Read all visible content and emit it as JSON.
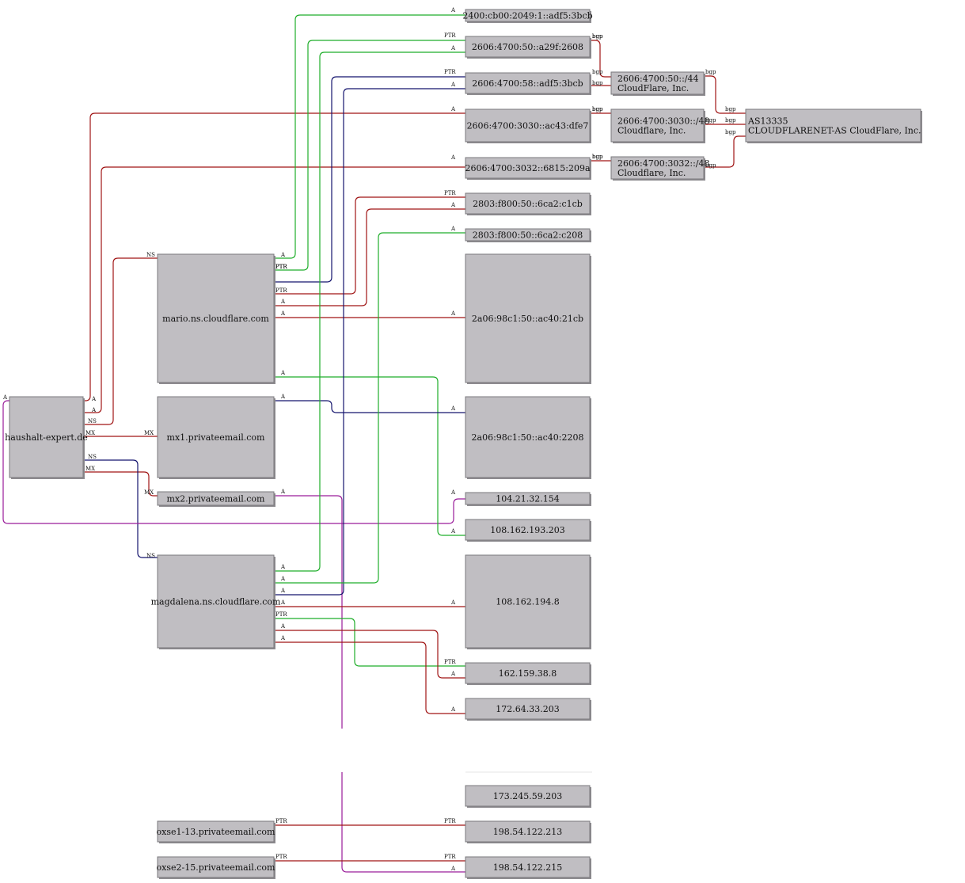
{
  "colors": {
    "red": "#a01515",
    "green": "#1fae2a",
    "navy": "#14146e",
    "magenta": "#9a1c9a",
    "orange": "#c8860e",
    "box_fill": "#c0bec2",
    "box_stroke": "#7a787c"
  },
  "nodes": [
    {
      "id": "n2400",
      "label": "2400:cb00:2049:1::adf5:3bcb"
    },
    {
      "id": "n2608",
      "label": "2606:4700:50::a29f:2608"
    },
    {
      "id": "n3bcb",
      "label": "2606:4700:58::adf5:3bcb"
    },
    {
      "id": "ndfe7",
      "label": "2606:4700:3030::ac43:dfe7"
    },
    {
      "id": "n209a",
      "label": "2606:4700:3032::6815:209a"
    },
    {
      "id": "nc1cb",
      "label": "2803:f800:50::6ca2:c1cb"
    },
    {
      "id": "nc208",
      "label": "2803:f800:50::6ca2:c208"
    },
    {
      "id": "n21cb",
      "label": "2a06:98c1:50::ac40:21cb"
    },
    {
      "id": "n2208",
      "label": "2a06:98c1:50::ac40:2208"
    },
    {
      "id": "n104",
      "label": "104.21.32.154"
    },
    {
      "id": "n108203",
      "label": "108.162.193.203"
    },
    {
      "id": "n1088",
      "label": "108.162.194.8"
    },
    {
      "id": "n162",
      "label": "162.159.38.8"
    },
    {
      "id": "n172",
      "label": "172.64.33.203"
    },
    {
      "id": "n173",
      "label": "173.245.59.203"
    },
    {
      "id": "n213",
      "label": "198.54.122.213"
    },
    {
      "id": "n215",
      "label": "198.54.122.215"
    },
    {
      "id": "pfx44",
      "label": "2606:4700:50::/44",
      "label2": "CloudFlare, Inc."
    },
    {
      "id": "pfx3030",
      "label": "2606:4700:3030::/48",
      "label2": "Cloudflare, Inc."
    },
    {
      "id": "pfx3032",
      "label": "2606:4700:3032::/48",
      "label2": "Cloudflare, Inc."
    },
    {
      "id": "as13335",
      "label": "AS13335",
      "label2": "CLOUDFLARENET-AS CloudFlare, Inc."
    },
    {
      "id": "domain",
      "label": "haushalt-expert.de"
    },
    {
      "id": "mario",
      "label": "mario.ns.cloudflare.com"
    },
    {
      "id": "mx1",
      "label": "mx1.privateemail.com"
    },
    {
      "id": "mx2",
      "label": "mx2.privateemail.com"
    },
    {
      "id": "magdalena",
      "label": "magdalena.ns.cloudflare.com"
    },
    {
      "id": "oxse1",
      "label": "oxse1-13.privateemail.com"
    },
    {
      "id": "oxse2",
      "label": "oxse2-15.privateemail.com"
    }
  ],
  "edges": [
    {
      "from": "domain",
      "to": "ndfe7",
      "label_start": "A",
      "label_end": "A",
      "color": "red"
    },
    {
      "from": "domain",
      "to": "n209a",
      "label_start": "A",
      "label_end": "A",
      "color": "red"
    },
    {
      "from": "domain",
      "to": "mario",
      "label_start": "NS",
      "label_end": "NS",
      "color": "red"
    },
    {
      "from": "domain",
      "to": "mx1",
      "label_start": "MX",
      "label_end": "MX",
      "color": "red"
    },
    {
      "from": "domain",
      "to": "mx2",
      "label_start": "MX",
      "label_end": "MX",
      "color": "red"
    },
    {
      "from": "domain",
      "to": "magdalena",
      "label_start": "NS",
      "label_end": "NS",
      "color": "navy"
    },
    {
      "from": "domain",
      "to": "n104",
      "label_start": "A",
      "label_end": "A",
      "color": "magenta"
    },
    {
      "from": "mario",
      "to": "n2400",
      "label_start": "A",
      "label_end": "A",
      "color": "green"
    },
    {
      "from": "mario",
      "to": "n2608",
      "label_start": "PTR",
      "label_end": "PTR",
      "color": "green"
    },
    {
      "from": "mario",
      "to": "n3bcb",
      "label_start": "PTR",
      "label_end": "PTR",
      "color": "navy"
    },
    {
      "from": "mario",
      "to": "nc1cb",
      "label_start": "PTR",
      "label_end": "PTR",
      "color": "red"
    },
    {
      "from": "mario",
      "to": "nc1cb",
      "label_start": "A",
      "label_end": "A",
      "color": "red"
    },
    {
      "from": "mario",
      "to": "n21cb",
      "label_start": "A",
      "label_end": "A",
      "color": "red"
    },
    {
      "from": "mario",
      "to": "n108203",
      "label_start": "A",
      "label_end": "A",
      "color": "green"
    },
    {
      "from": "mx2",
      "to": "n215",
      "label_start": "A",
      "label_end": "A",
      "color": "magenta"
    },
    {
      "from": "mx1",
      "to": "n2208",
      "label_start": "A",
      "label_end": "A",
      "color": "navy"
    },
    {
      "from": "magdalena",
      "to": "n2608",
      "label_start": "A",
      "label_end": "A",
      "color": "green"
    },
    {
      "from": "magdalena",
      "to": "n3bcb",
      "label_start": "A",
      "label_end": "A",
      "color": "navy"
    },
    {
      "from": "magdalena",
      "to": "nc208",
      "label_start": "A",
      "label_end": "A",
      "color": "green"
    },
    {
      "from": "magdalena",
      "to": "n1088",
      "label_start": "A",
      "label_end": "A",
      "color": "red"
    },
    {
      "from": "magdalena",
      "to": "n162",
      "label_start": "PTR",
      "label_end": "PTR",
      "color": "green"
    },
    {
      "from": "magdalena",
      "to": "n162",
      "label_start": "A",
      "label_end": "A",
      "color": "red"
    },
    {
      "from": "magdalena",
      "to": "n172",
      "label_start": "A",
      "label_end": "A",
      "color": "red"
    },
    {
      "from": "oxse1",
      "to": "n213",
      "label_start": "PTR",
      "label_end": "PTR",
      "color": "red"
    },
    {
      "from": "oxse2",
      "to": "n215",
      "label_start": "PTR",
      "label_end": "PTR",
      "color": "red"
    },
    {
      "from": "n2608",
      "to": "pfx44",
      "label_start": "bgp",
      "label_end": "bgp",
      "color": "red"
    },
    {
      "from": "n3bcb",
      "to": "pfx44",
      "label_start": "bgp",
      "label_end": "bgp",
      "color": "red"
    },
    {
      "from": "ndfe7",
      "to": "pfx3030",
      "label_start": "bgp",
      "label_end": "bgp",
      "color": "red"
    },
    {
      "from": "n209a",
      "to": "pfx3032",
      "label_start": "bgp",
      "label_end": "bgp",
      "color": "red"
    },
    {
      "from": "pfx44",
      "to": "as13335",
      "label_start": "bgp",
      "label_end": "bgp",
      "color": "red"
    },
    {
      "from": "pfx3030",
      "to": "as13335",
      "label_start": "bgp",
      "label_end": "bgp",
      "color": "red"
    },
    {
      "from": "pfx3032",
      "to": "as13335",
      "label_start": "bgp",
      "label_end": "bgp",
      "color": "red"
    }
  ]
}
